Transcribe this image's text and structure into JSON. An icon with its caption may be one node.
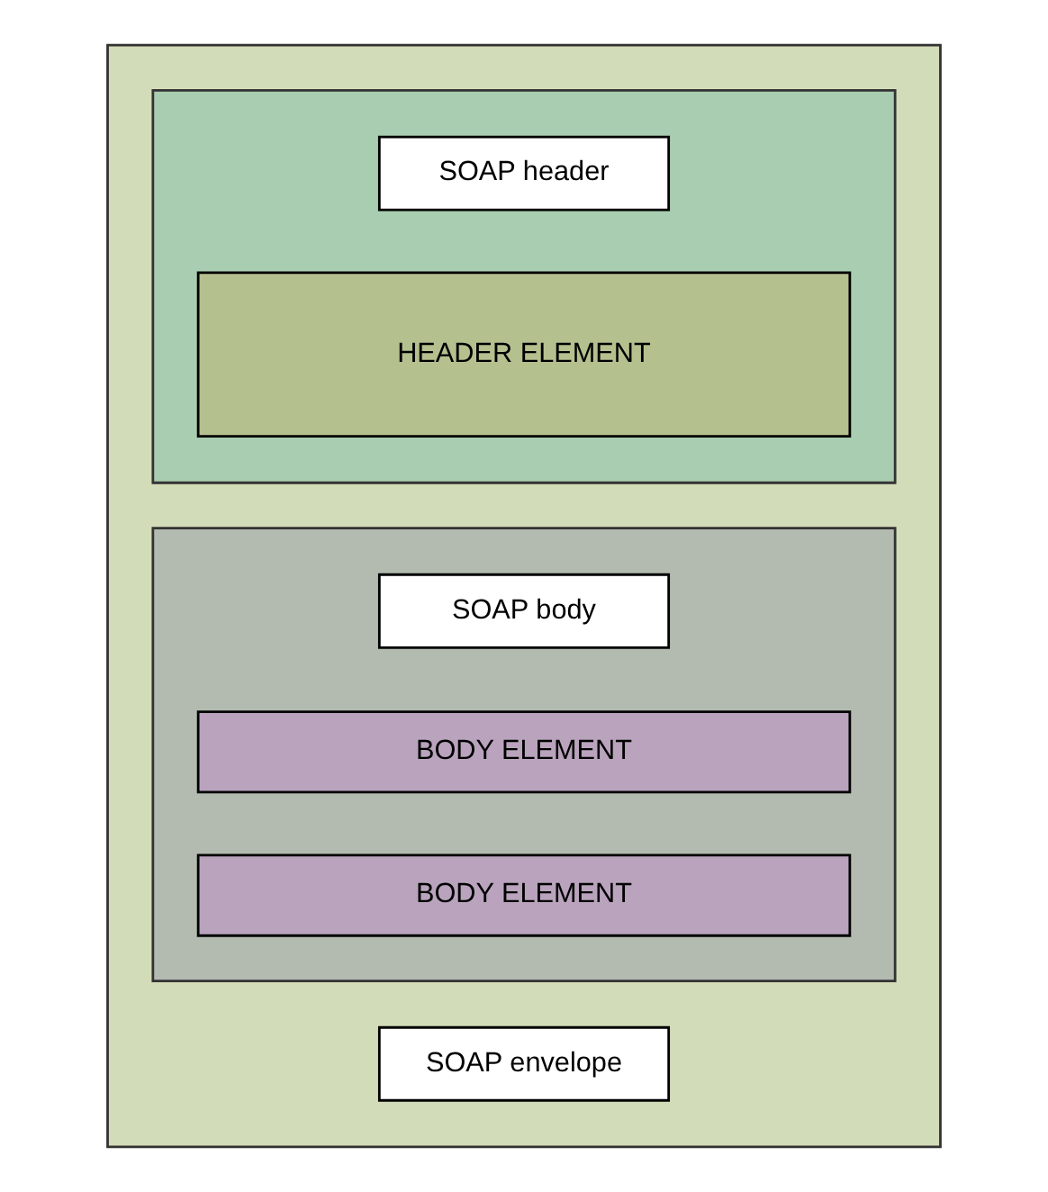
{
  "diagram": {
    "nodes": [
      {
        "text": [],
        "shape": "box"
      },
      {
        "text": [
          "SOAP envelope"
        ],
        "in": 0
      },
      {
        "text": [],
        "shape": "box",
        "in": 0
      },
      {
        "text": [
          "SOAP header"
        ],
        "in": 2
      },
      {
        "text": [
          "HEADER ELEMENT"
        ],
        "in": 2
      },
      {
        "text": [],
        "shape": "box",
        "in": 0
      },
      {
        "text": [
          "SOAP body"
        ],
        "in": 5
      },
      {
        "text": [
          "BODY ELEMENT"
        ],
        "in": 5
      },
      {
        "text": [
          "BODY ELEMENT"
        ],
        "in": 5
      }
    ]
  }
}
